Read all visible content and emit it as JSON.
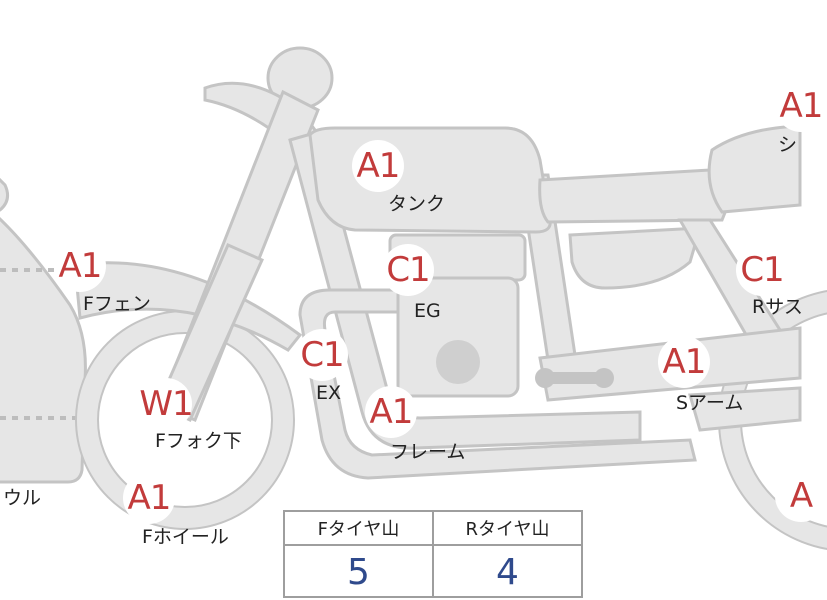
{
  "colors": {
    "grade_text": "#c23b3b",
    "tire_value_text": "#2f4a8c",
    "part_fill": "#e6e6e6",
    "part_stroke": "#c4c4c4"
  },
  "callouts": [
    {
      "id": "shield",
      "grade": "",
      "label": "ウル"
    },
    {
      "id": "front-fender",
      "grade": "A1",
      "label": "Fフェン"
    },
    {
      "id": "front-fork-lower",
      "grade": "W1",
      "label": "Fフォク下"
    },
    {
      "id": "front-wheel",
      "grade": "A1",
      "label": "Fホイール"
    },
    {
      "id": "exhaust",
      "grade": "C1",
      "label": "EX"
    },
    {
      "id": "tank",
      "grade": "A1",
      "label": "タンク"
    },
    {
      "id": "engine",
      "grade": "C1",
      "label": "EG"
    },
    {
      "id": "frame",
      "grade": "A1",
      "label": "フレーム"
    },
    {
      "id": "swing-arm",
      "grade": "A1",
      "label": "Sアーム"
    },
    {
      "id": "rear-suspension",
      "grade": "C1",
      "label": "Rサス"
    },
    {
      "id": "seat",
      "grade": "A1",
      "label": "シ"
    },
    {
      "id": "rear-wheel",
      "grade": "A",
      "label": ""
    }
  ],
  "tire_table": {
    "front_header": "Fタイヤ山",
    "rear_header": "Rタイヤ山",
    "front_value": "5",
    "rear_value": "4"
  }
}
